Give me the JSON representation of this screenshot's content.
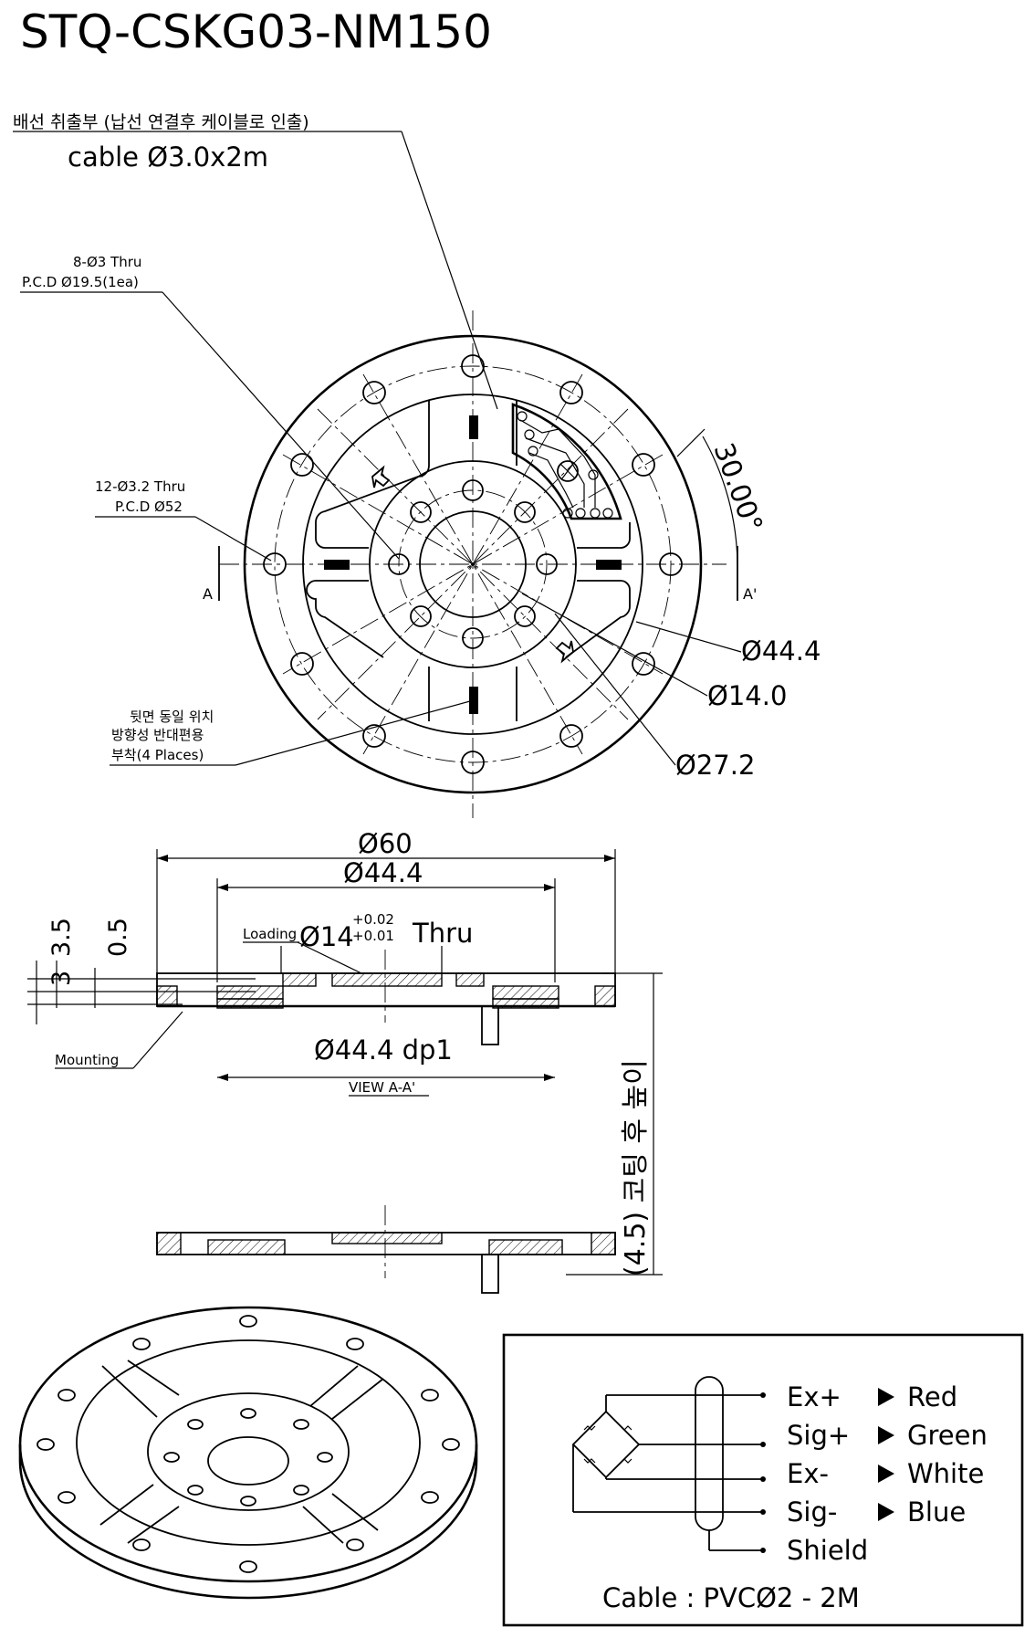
{
  "title": "STQ-CSKG03-NM150",
  "top_view": {
    "cable_note_ko": "배선 취출부 (납선 연결후 케이블로 인출)",
    "cable_spec": "cable Ø3.0x2m",
    "holes_8_line1": "8-Ø3 Thru",
    "holes_8_line2": "P.C.D Ø19.5(1ea)",
    "holes_12_line1": "12-Ø3.2 Thru",
    "holes_12_line2": "P.C.D Ø52",
    "angle": "30.00°",
    "section_left": "A",
    "section_right": "A'",
    "dim_44": "Ø44.4",
    "dim_14": "Ø14.0",
    "dim_27": "Ø27.2",
    "back_note_1": "뒷면 동일 위치",
    "back_note_2": "방향성 반대편용",
    "back_note_3": "부착(4 Places)"
  },
  "section_view": {
    "dim_60": "Ø60",
    "dim_44": "Ø44.4",
    "dim_3": "3",
    "dim_35": "3.5",
    "dim_05": "0.5",
    "loading": "Loading",
    "bore_base": "Ø14",
    "bore_tol_up": "+0.02",
    "bore_tol_low": "+0.01",
    "bore_thru": "Thru",
    "mounting": "Mounting",
    "dp_dim": "Ø44.4 dp1",
    "view_label": "VIEW A-A'",
    "height_note": "(4.5) 코팅 후 높이"
  },
  "wiring": {
    "rows": [
      {
        "signal": "Ex+",
        "color": "Red"
      },
      {
        "signal": "Sig+",
        "color": "Green"
      },
      {
        "signal": "Ex-",
        "color": "White"
      },
      {
        "signal": "Sig-",
        "color": "Blue"
      },
      {
        "signal": "Shield",
        "color": ""
      }
    ],
    "cable": "Cable : PVCØ2 - 2M"
  }
}
